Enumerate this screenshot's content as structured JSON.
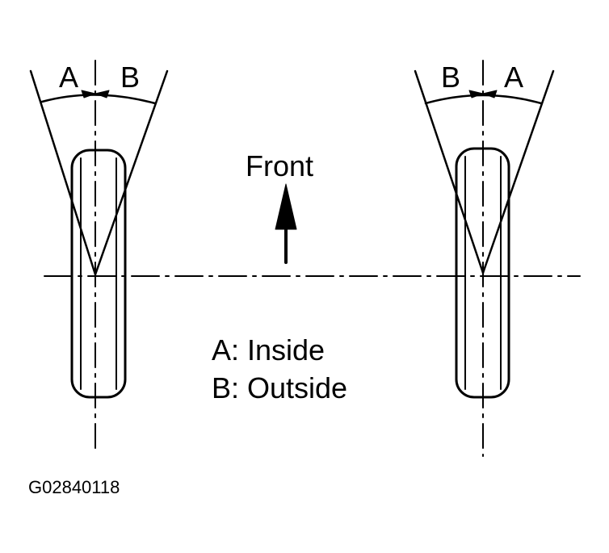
{
  "left_wheel": {
    "label_a": "A",
    "label_b": "B"
  },
  "right_wheel": {
    "label_b": "B",
    "label_a": "A"
  },
  "front_label": "Front",
  "legend": {
    "a": "A: Inside",
    "b": "B: Outside"
  },
  "figure_id": "G02840118",
  "colors": {
    "line": "#000000",
    "background": "#ffffff"
  }
}
